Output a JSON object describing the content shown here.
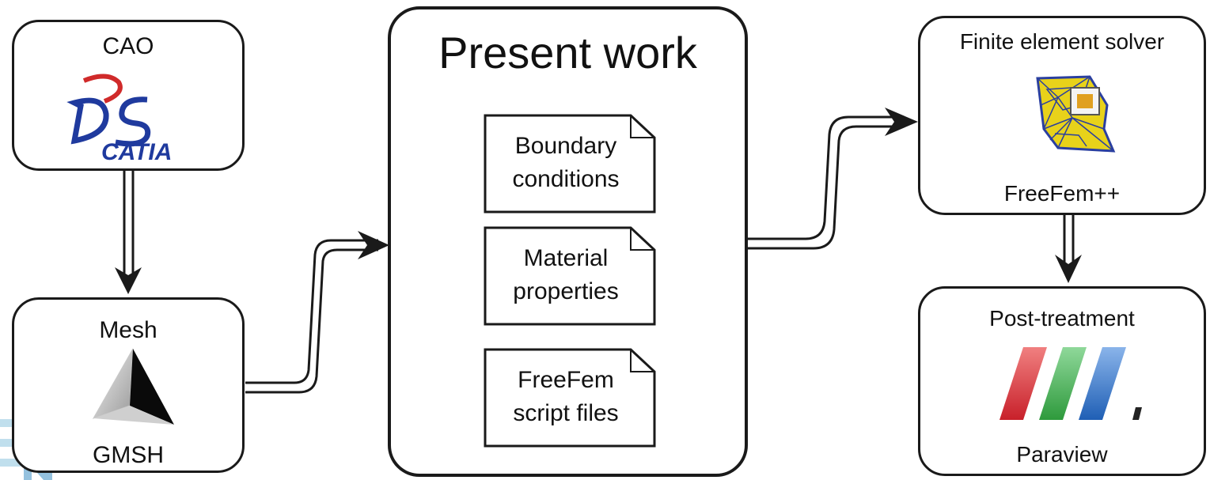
{
  "boxes": {
    "cao": {
      "title": "CAO",
      "logo_text": "CATIA",
      "logo_icon": "catia-3ds-logo"
    },
    "mesh": {
      "title": "Mesh",
      "caption": "GMSH",
      "logo_icon": "gmsh-logo"
    },
    "present": {
      "title": "Present work"
    },
    "solver": {
      "title": "Finite element solver",
      "caption": "FreeFem++",
      "logo_icon": "freefem-mesh-logo"
    },
    "post": {
      "title": "Post-treatment",
      "caption": "Paraview",
      "logo_icon": "paraview-logo"
    }
  },
  "documents": [
    {
      "line1": "Boundary",
      "line2": "conditions"
    },
    {
      "line1": "Material",
      "line2": "properties"
    },
    {
      "line1": "FreeFem",
      "line2": "script files"
    }
  ],
  "colors": {
    "stroke": "#1a1a1a",
    "catia_blue": "#1f3a9e",
    "catia_red": "#d02a2a",
    "paraview_red": "#c8202a",
    "paraview_green": "#2e9a3c",
    "paraview_blue": "#1f5fb5",
    "freefem_yellow": "#e8d21a",
    "freefem_blue": "#2a3fa0"
  }
}
